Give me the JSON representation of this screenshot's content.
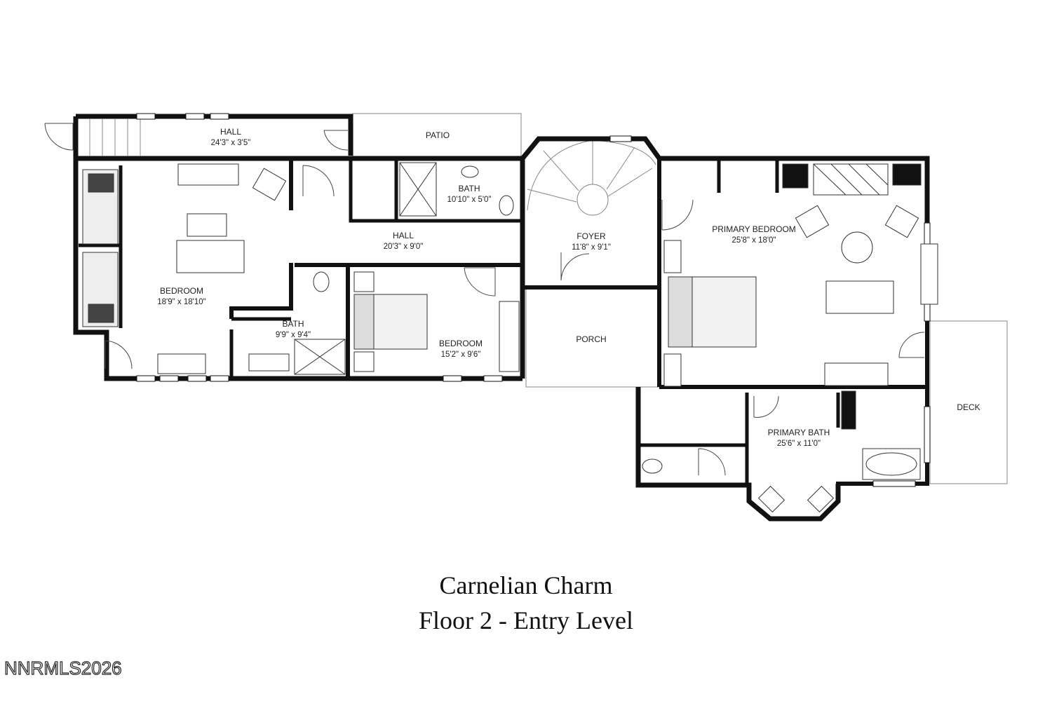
{
  "plan": {
    "rooms": [
      {
        "id": "hall-top",
        "name": "HALL",
        "dims": "24'3\" x 3'5\""
      },
      {
        "id": "patio",
        "name": "PATIO",
        "dims": ""
      },
      {
        "id": "bath-upper",
        "name": "BATH",
        "dims": "10'10\" x 5'0\""
      },
      {
        "id": "hall-middle",
        "name": "HALL",
        "dims": "20'3\" x 9'0\""
      },
      {
        "id": "bedroom-west",
        "name": "BEDROOM",
        "dims": "18'9\" x 18'10\""
      },
      {
        "id": "bath-lower",
        "name": "BATH",
        "dims": "9'9\" x 9'4\""
      },
      {
        "id": "bedroom-middle",
        "name": "BEDROOM",
        "dims": "15'2\" x 9'6\""
      },
      {
        "id": "foyer",
        "name": "FOYER",
        "dims": "11'8\" x 9'1\""
      },
      {
        "id": "porch",
        "name": "PORCH",
        "dims": ""
      },
      {
        "id": "primary-bedroom",
        "name": "PRIMARY BEDROOM",
        "dims": "25'8\" x 18'0\""
      },
      {
        "id": "primary-bath",
        "name": "PRIMARY BATH",
        "dims": "25'6\" x 11'0\""
      },
      {
        "id": "deck",
        "name": "DECK",
        "dims": ""
      }
    ]
  },
  "caption": {
    "title": "Carnelian Charm",
    "subtitle": "Floor 2 - Entry Level"
  },
  "watermark": "NNRMLS2026"
}
